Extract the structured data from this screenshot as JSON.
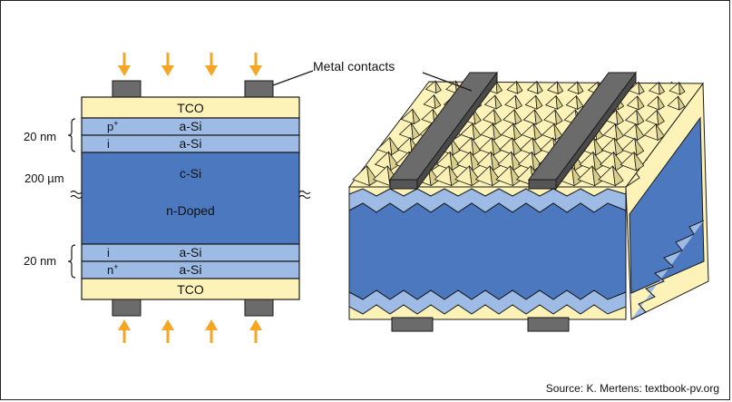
{
  "colors": {
    "tco": "#fdf3b8",
    "a_si": "#9dbbe4",
    "c_si": "#4b78be",
    "contact": "#6b6b6b",
    "arrow": "#f5a623",
    "outline": "#1a1a1a"
  },
  "icons": [
    "sunlight-arrow-icon",
    "break-mark-icon"
  ],
  "cross_section": {
    "top_tco": "TCO",
    "p_label": "p",
    "p_sup": "+",
    "p_layer": "a-Si",
    "i_top_label": "i",
    "i_top_layer": "a-Si",
    "core_material": "c-Si",
    "core_doping": "n-Doped",
    "i_bottom_label": "i",
    "i_bottom_layer": "a-Si",
    "n_label": "n",
    "n_sup": "+",
    "n_layer": "a-Si",
    "bottom_tco": "TCO"
  },
  "dimensions": {
    "top_thickness": "20 nm",
    "core_thickness": "200 µm",
    "bottom_thickness": "20 nm"
  },
  "callout": {
    "metal_contacts": "Metal contacts"
  },
  "caption": "Source: K. Mertens: textbook-pv.org"
}
